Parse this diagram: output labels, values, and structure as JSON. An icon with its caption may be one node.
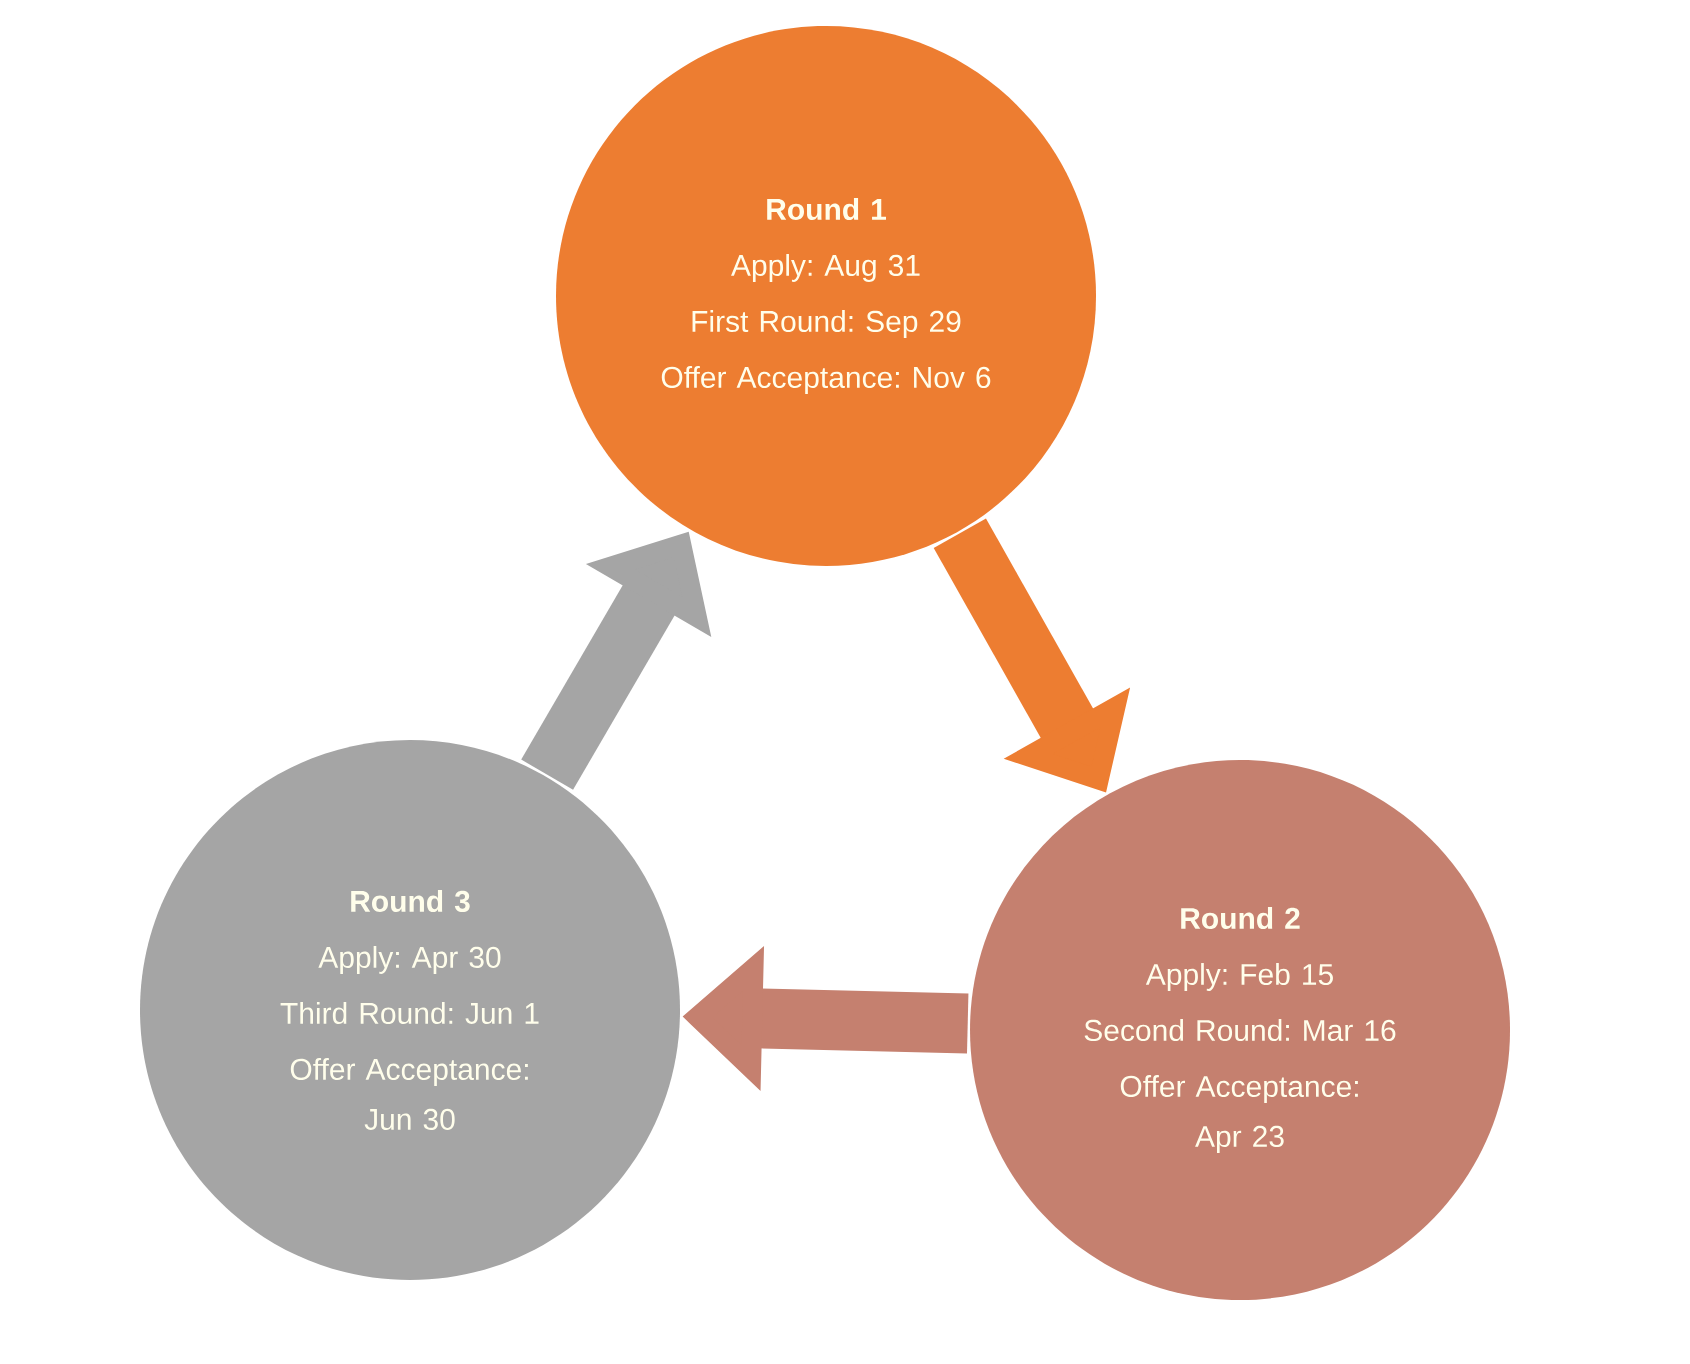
{
  "diagram": {
    "nodes": [
      {
        "text": [
          "Round 1",
          "Apply: Aug 31",
          "First Round: Sep 29",
          "Offer Acceptance: Nov 6"
        ]
      },
      {
        "text": [
          "Round 2",
          "Apply: Feb 15",
          "Second Round: Mar 16",
          "Offer Acceptance: Apr 23"
        ]
      },
      {
        "text": [
          "Round 3",
          "Apply: Apr 30",
          "Third Round: Jun 1",
          "Offer Acceptance: Jun 30"
        ]
      }
    ],
    "edges": [
      {
        "from": 0,
        "to": 1,
        "arrow": "to",
        "color": "#ed7d31"
      },
      {
        "from": 1,
        "to": 2,
        "arrow": "to",
        "color": "#c5806f"
      },
      {
        "from": 2,
        "to": 0,
        "arrow": "to",
        "color": "#a5a5a5"
      }
    ]
  }
}
